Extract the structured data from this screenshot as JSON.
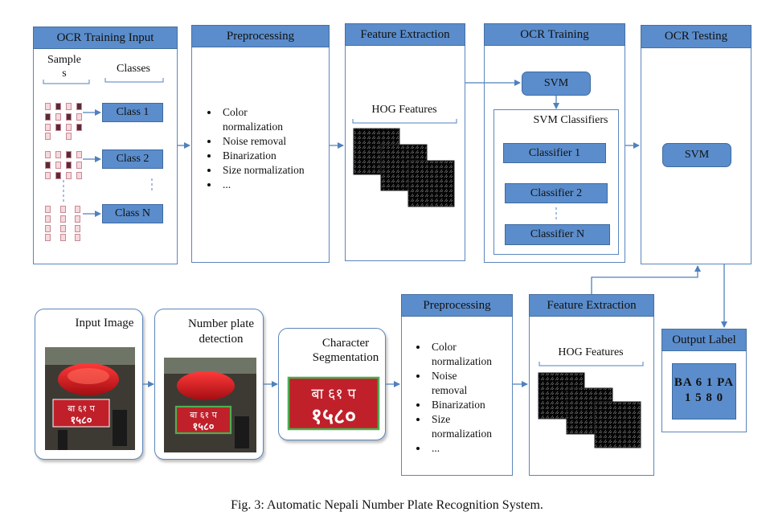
{
  "top_row": {
    "ocr_training_input": {
      "header": "OCR Training Input",
      "samples_label_line1": "Sample",
      "samples_label_line2": "s",
      "classes_label": "Classes",
      "classes": [
        "Class 1",
        "Class 2",
        "Class N"
      ]
    },
    "preprocessing": {
      "header": "Preprocessing",
      "bullets": [
        [
          "Color",
          "normalization"
        ],
        [
          "Noise removal"
        ],
        [
          "Binarization"
        ],
        [
          "Size normalization"
        ],
        [
          "..."
        ]
      ]
    },
    "feature_extraction": {
      "header": "Feature Extraction",
      "hog_label": "HOG Features"
    },
    "ocr_training": {
      "header": "OCR Training",
      "svm": "SVM",
      "classifiers_title": "SVM Classifiers",
      "classifiers": [
        "Classifier 1",
        "Classifier 2",
        "Classifier N"
      ]
    },
    "ocr_testing": {
      "header": "OCR Testing",
      "svm": "SVM"
    }
  },
  "bottom_row": {
    "input_image": {
      "title": "Input Image"
    },
    "plate_detection": {
      "title_line1": "Number plate",
      "title_line2": "detection"
    },
    "segmentation": {
      "title_line1": "Character",
      "title_line2": "Segmentation"
    },
    "preprocessing": {
      "header": "Preprocessing",
      "bullets": [
        [
          "Color",
          "normalization"
        ],
        [
          "Noise",
          "removal"
        ],
        [
          "Binarization"
        ],
        [
          "Size",
          "normalization"
        ],
        [
          "..."
        ]
      ]
    },
    "feature_extraction": {
      "header": "Feature Extraction",
      "hog_label": "HOG Features"
    },
    "output": {
      "header": "Output Label",
      "line1": "BA 6 1 PA",
      "line2": "1 5 8 0"
    }
  },
  "plate_text": {
    "top": "बा ६१ प",
    "bottom": "१५८०"
  },
  "caption": "Fig. 3: Automatic Nepali Number Plate Recognition System.",
  "colors": {
    "header_blue": "#5b8dcc",
    "border_blue": "#5b86bd",
    "arrow_blue": "#4f81bd",
    "plate_red": "#c0202a",
    "plate_green": "#4caf50"
  }
}
